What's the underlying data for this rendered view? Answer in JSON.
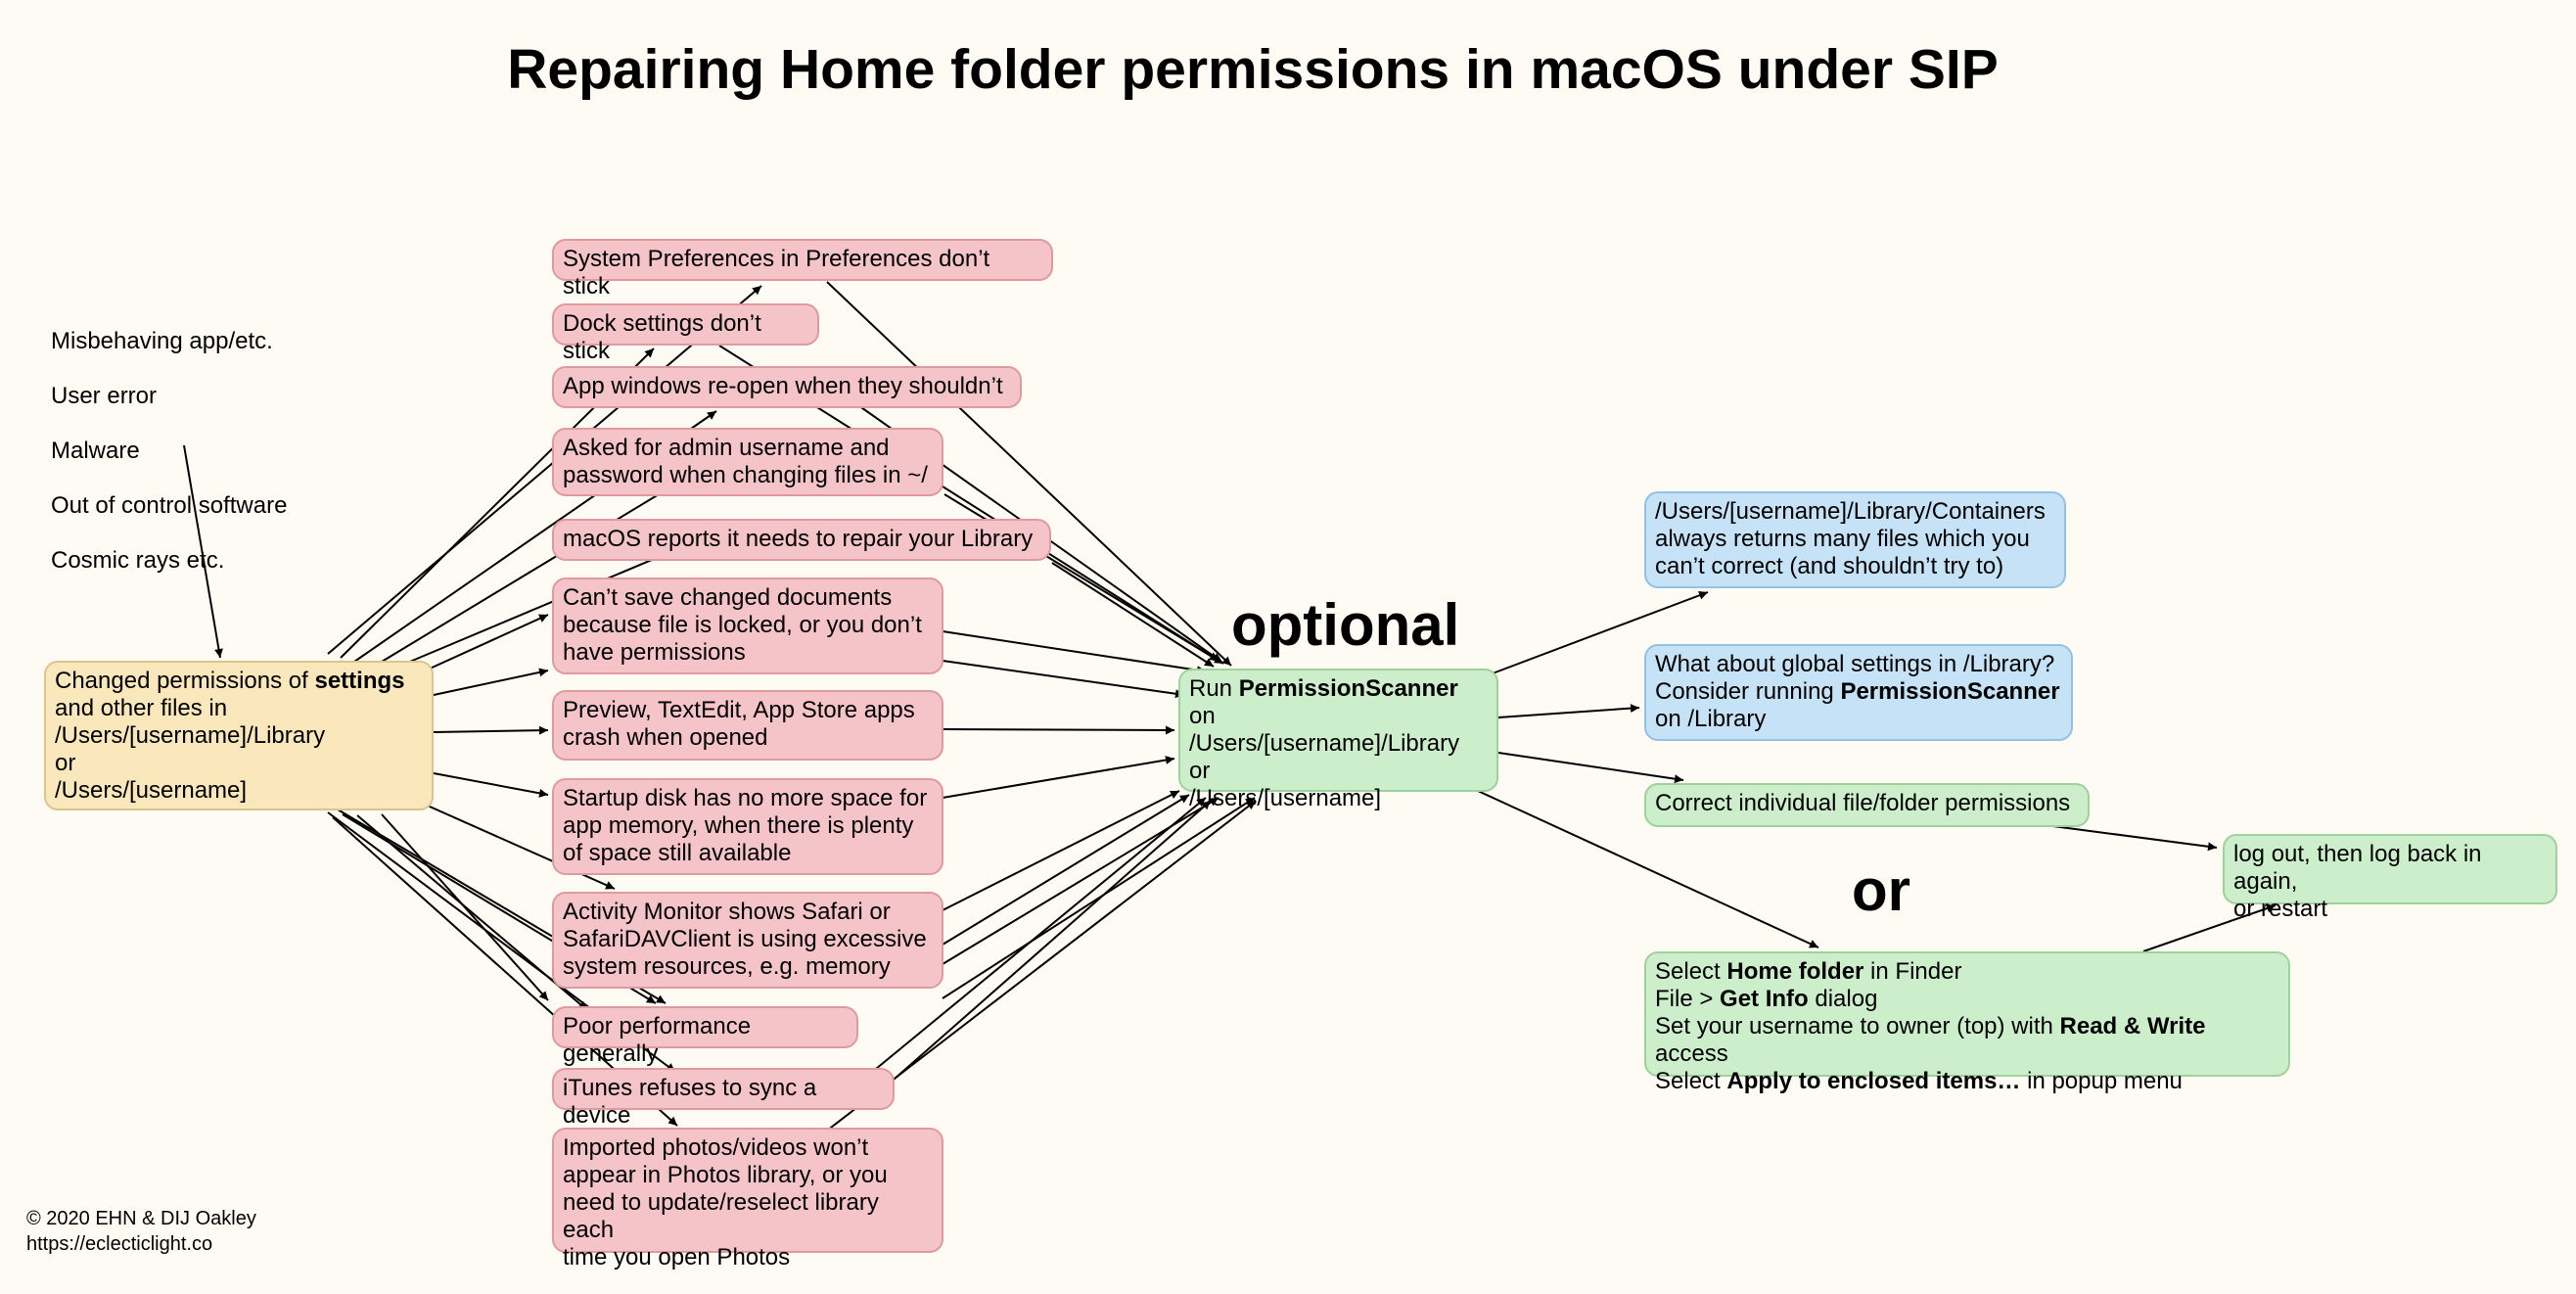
{
  "title": "Repairing Home folder permissions in macOS under SIP",
  "labels": {
    "optional": "optional",
    "or": "or"
  },
  "causes": [
    "Misbehaving app/etc.",
    "User error",
    "Malware",
    "Out of control software",
    "Cosmic rays etc."
  ],
  "source": {
    "l1a": "Changed permissions of ",
    "l1b": "settings",
    "l2": "and other files in",
    "l3": "/Users/[username]/Library",
    "l4": "or",
    "l5": "/Users/[username]"
  },
  "symptoms": [
    "System Preferences in Preferences don’t stick",
    "Dock settings don’t stick",
    "App windows re-open when they shouldn’t",
    "Asked for admin username and\npassword when changing files in ~/",
    "macOS reports it needs to repair your Library",
    "Can’t save changed documents\nbecause file is locked, or you don’t\nhave permissions",
    "Preview, TextEdit, App Store apps\ncrash when opened",
    "Startup disk has no more space for\napp memory, when there is plenty\nof space still available",
    "Activity Monitor shows Safari or\nSafariDAVClient is using excessive\nsystem resources, e.g. memory",
    "Poor performance generally",
    "iTunes refuses to sync a device",
    "Imported photos/videos won’t\nappear in Photos library, or you\nneed to update/reselect library each\ntime you open Photos"
  ],
  "scanner": {
    "l1a": "Run ",
    "l1b": "PermissionScanner",
    "l1c": " on",
    "l2": "/Users/[username]/Library",
    "l3": "or",
    "l4": "/Users/[username]"
  },
  "containers": "/Users/[username]/Library/Containers\nalways returns many files which you\ncan’t correct (and shouldn’t try to)",
  "global": {
    "l1": "What about global settings in /Library?",
    "l2a": "Consider running ",
    "l2b": "PermissionScanner",
    "l3": "on /Library"
  },
  "correct": "Correct individual file/folder permissions",
  "logout": "log out, then log back in again,\nor restart",
  "finder": {
    "l1a": "Select ",
    "l1b": "Home folder",
    "l1c": " in Finder",
    "l2a": "File > ",
    "l2b": "Get Info",
    "l2c": " dialog",
    "l3a": "Set your username to owner (top) with ",
    "l3b": "Read & Write",
    "l3c": " access",
    "l4a": "Select ",
    "l4b": "Apply to enclosed items…",
    "l4c": " in popup menu"
  },
  "footer": {
    "line1": "© 2020 EHN & DIJ Oakley",
    "line2": "https://eclecticlight.co"
  },
  "colors": {
    "background": "#fdfbf3",
    "symptom_fill": "#f5c4c8",
    "action_fill": "#cdeecb",
    "info_fill": "#c5e2f6",
    "source_fill": "#fae7bb"
  }
}
